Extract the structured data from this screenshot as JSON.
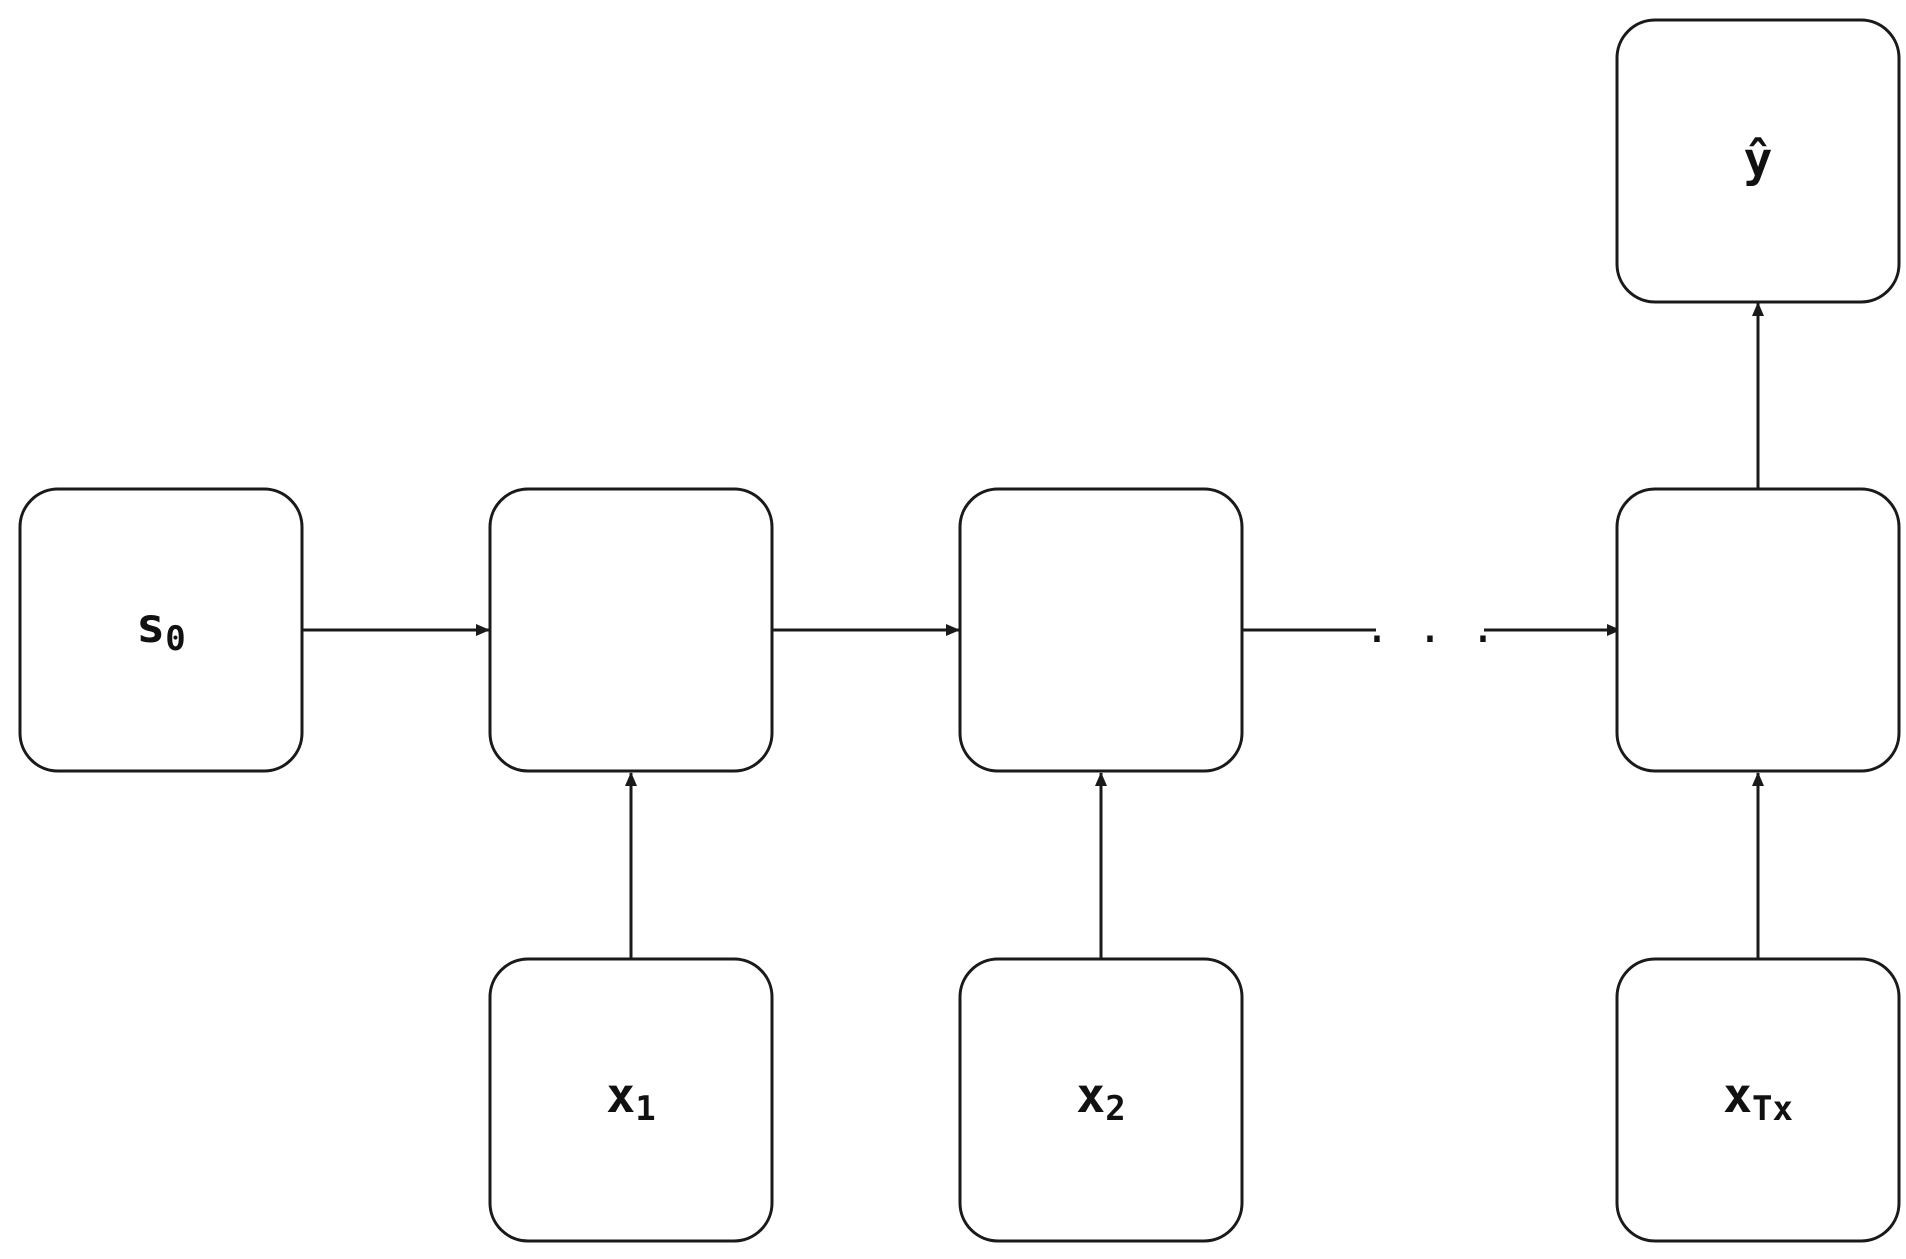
{
  "diagram": {
    "nodes": {
      "s0": {
        "base": "s",
        "sub": "0"
      },
      "h1": {
        "base": "",
        "sub": ""
      },
      "h2": {
        "base": "",
        "sub": ""
      },
      "hT": {
        "base": "",
        "sub": ""
      },
      "yhat": {
        "base": "ŷ",
        "sub": ""
      },
      "x1": {
        "base": "x",
        "sub": "1"
      },
      "x2": {
        "base": "x",
        "sub": "2"
      },
      "xTx": {
        "base": "x",
        "sub": "Tx"
      }
    },
    "ellipsis": ". . .",
    "edges": [
      {
        "from": "s0",
        "to": "h1"
      },
      {
        "from": "h1",
        "to": "h2"
      },
      {
        "from": "h2",
        "to": "hT"
      },
      {
        "from": "hT",
        "to": "yhat"
      },
      {
        "from": "x1",
        "to": "h1"
      },
      {
        "from": "x2",
        "to": "h2"
      },
      {
        "from": "xTx",
        "to": "hT"
      }
    ],
    "colors": {
      "stroke": "#1a1a1a",
      "fill": "#ffffff",
      "text": "#111111"
    }
  }
}
